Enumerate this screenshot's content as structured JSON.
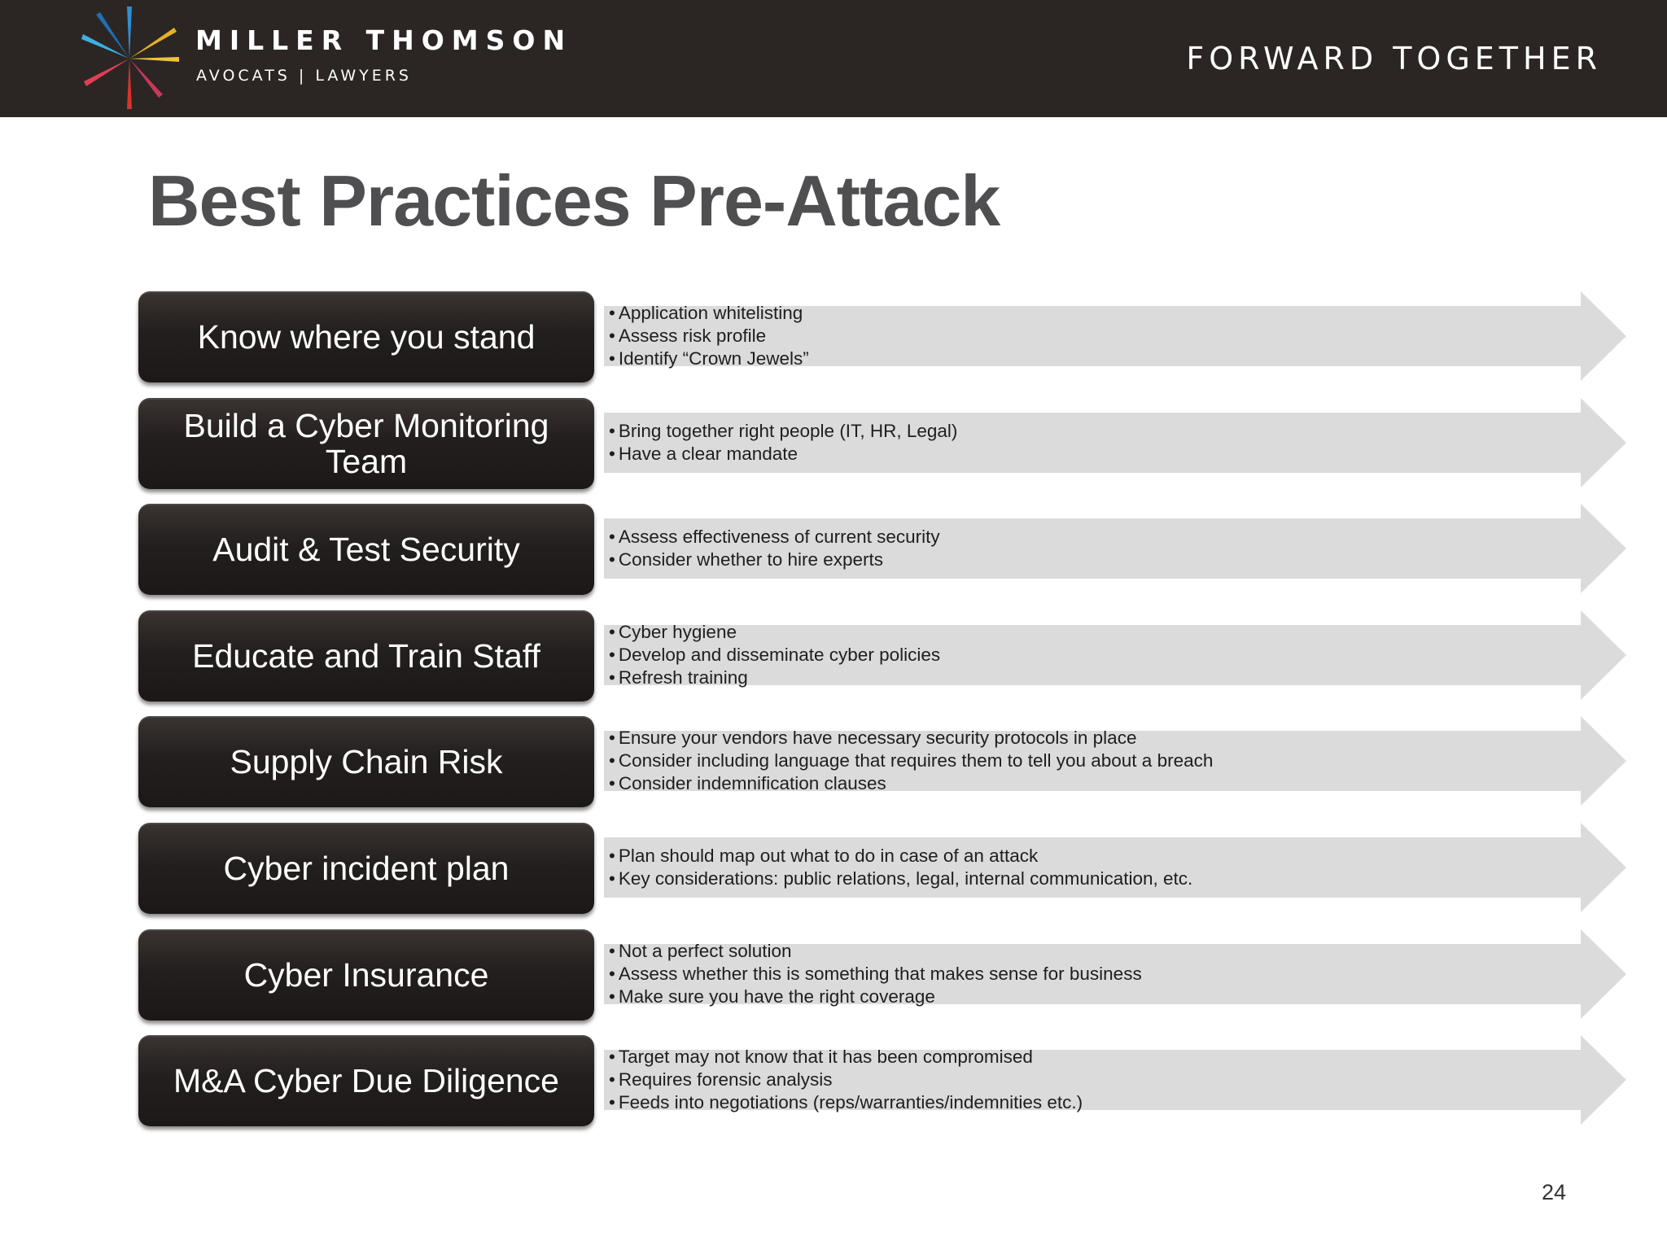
{
  "header": {
    "brand_name": "MILLER THOMSON",
    "brand_sub": "AVOCATS | LAWYERS",
    "tagline": "FORWARD TOGETHER",
    "logo_icon": "starburst-logo-icon",
    "background_color": "#2b2624"
  },
  "slide": {
    "title": "Best Practices Pre-Attack",
    "page_number": "24"
  },
  "rows": [
    {
      "label": "Know where you stand",
      "bullets": [
        "Application whitelisting",
        "Assess risk profile",
        "Identify “Crown Jewels”"
      ]
    },
    {
      "label": "Build a Cyber Monitoring Team",
      "bullets": [
        "Bring together right people (IT, HR, Legal)",
        "Have a clear mandate"
      ]
    },
    {
      "label": "Audit & Test Security",
      "bullets": [
        "Assess effectiveness of current security",
        "Consider whether to hire experts"
      ]
    },
    {
      "label": "Educate and Train Staff",
      "bullets": [
        "Cyber hygiene",
        "Develop and disseminate cyber policies",
        "Refresh training"
      ]
    },
    {
      "label": "Supply Chain Risk",
      "bullets": [
        "Ensure your vendors have necessary security protocols in place",
        "Consider including language that requires them to tell you about a breach",
        "Consider indemnification clauses"
      ]
    },
    {
      "label": "Cyber incident plan",
      "bullets": [
        "Plan should map out what to do in case of an attack",
        "Key considerations: public relations, legal, internal communication, etc."
      ]
    },
    {
      "label": "Cyber Insurance",
      "bullets": [
        "Not a perfect solution",
        "Assess whether this is something that makes sense for business",
        "Make sure you have the right coverage"
      ]
    },
    {
      "label": "M&A Cyber Due Diligence",
      "bullets": [
        "Target may not know that it has been compromised",
        "Requires forensic analysis",
        "Feeds into negotiations (reps/warranties/indemnities etc.)"
      ]
    }
  ],
  "colors": {
    "label_box": "#231f1e",
    "arrow_fill": "#dcdbdc",
    "title_text": "#4f4f51"
  }
}
